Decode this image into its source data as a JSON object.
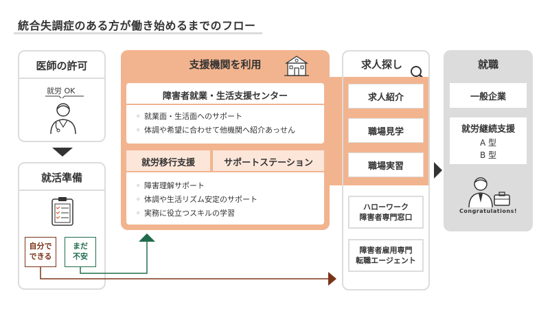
{
  "title": "統合失調症のある方が働き始めるまでのフロー",
  "doctor": {
    "heading": "医師の許可",
    "speech": "就労 OK"
  },
  "prep": {
    "heading": "就活準備",
    "tag_can": [
      "自分で",
      "できる"
    ],
    "tag_anxious": [
      "まだ",
      "不安"
    ]
  },
  "support": {
    "heading": "支援機関を利用",
    "center1": {
      "title": "障害者就業・生活支援センター",
      "bullets": [
        "就業面・生活面へのサポート",
        "体調や希望に合わせて他機関へ紹介あっせん"
      ]
    },
    "center2": {
      "title_left": "就労移行支援",
      "title_right": "サポートステーション",
      "bullets": [
        "障害理解サポート",
        "体調や生活リズム安定のサポート",
        "実務に役立つスキルの学習"
      ]
    }
  },
  "search": {
    "heading": "求人探し",
    "items": [
      "求人紹介",
      "職場見学",
      "職場実習"
    ],
    "agencies": [
      [
        "ハローワーク",
        "障害者専門窓口"
      ],
      [
        "障害者雇用専門",
        "転職エージェント"
      ]
    ]
  },
  "employment": {
    "heading": "就職",
    "general": "一般企業",
    "continuous": {
      "title": "就労継続支援",
      "a": "A 型",
      "b": "B 型"
    },
    "congrats": "Congratulations!"
  },
  "colors": {
    "orange": "#f2b48e",
    "green": "#1f6b4c",
    "brown": "#7a3216",
    "gray": "#dcdcdc",
    "dark": "#333333"
  }
}
